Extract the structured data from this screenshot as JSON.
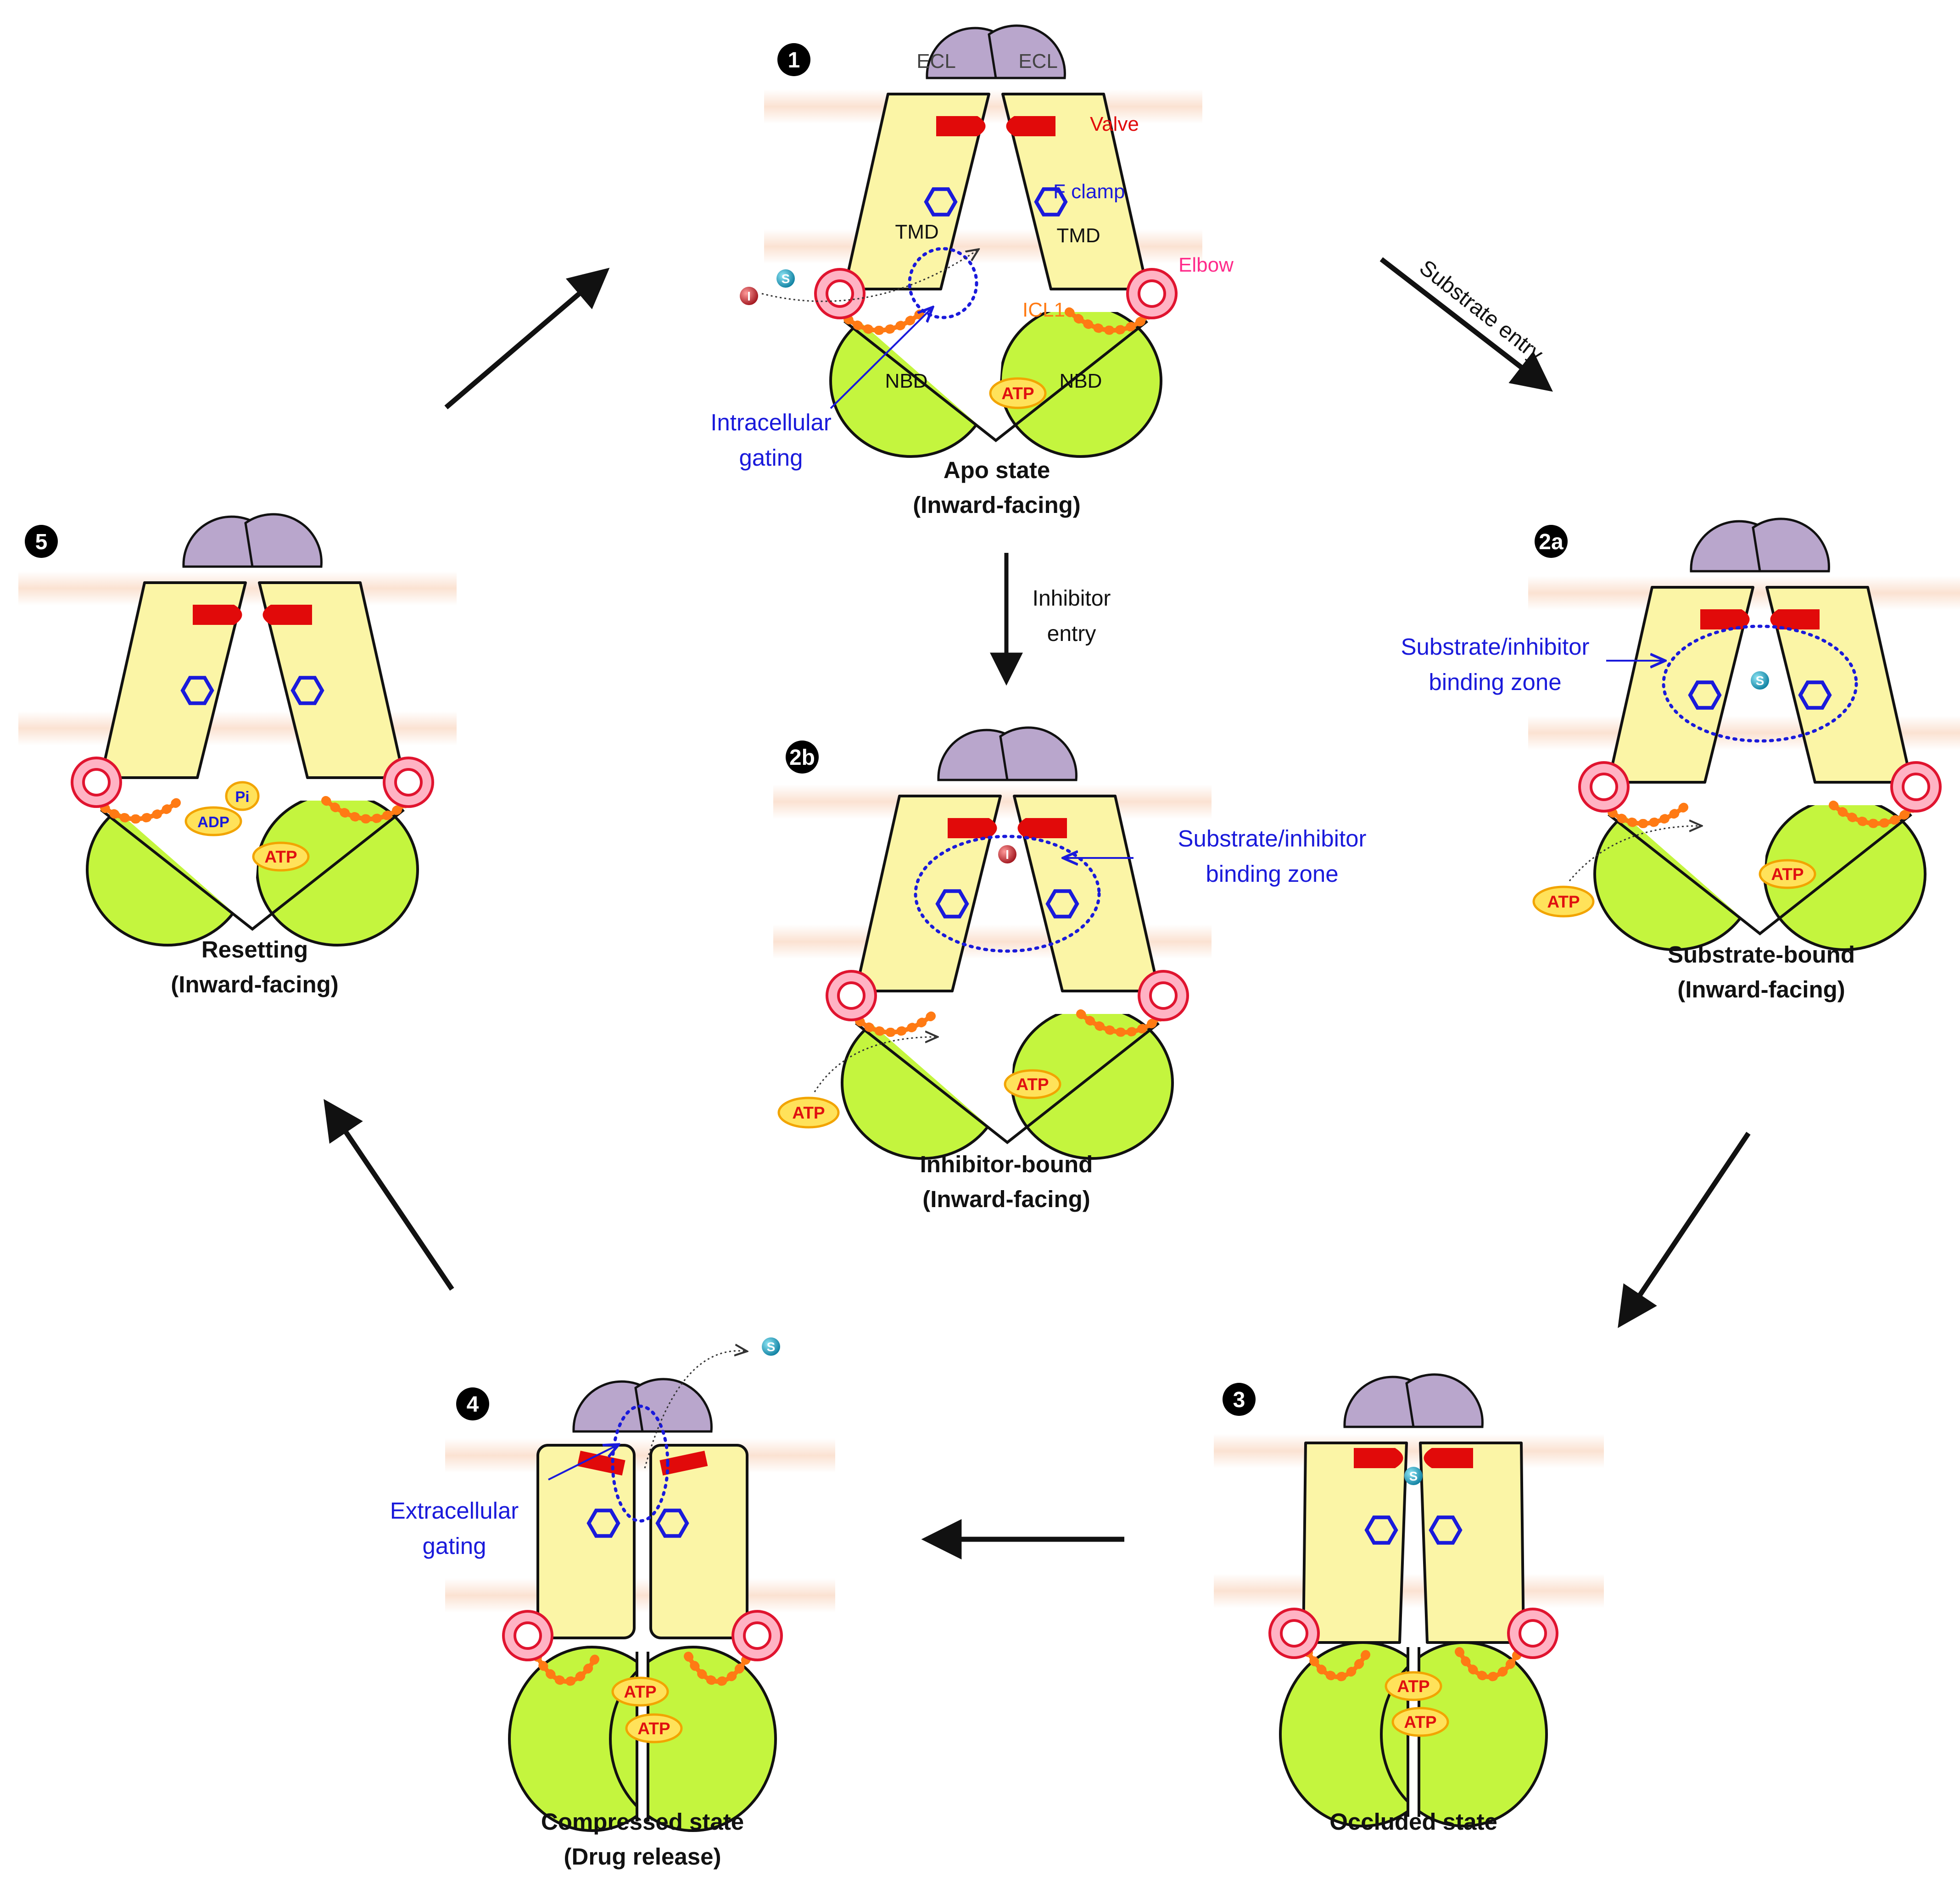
{
  "states": [
    {
      "id": "1",
      "caption_line1": "Apo state",
      "caption_line2": "(Inward-facing)"
    },
    {
      "id": "2a",
      "caption_line1": "Substrate-bound",
      "caption_line2": "(Inward-facing)"
    },
    {
      "id": "2b",
      "caption_line1": "Inhibitor-bound",
      "caption_line2": "(Inward-facing)"
    },
    {
      "id": "3",
      "caption_line1": "Occluded state"
    },
    {
      "id": "4",
      "caption_line1": "Compressed state",
      "caption_line2": "(Drug release)"
    },
    {
      "id": "5",
      "caption_line1": "Resetting",
      "caption_line2": "(Inward-facing)"
    }
  ],
  "domain_labels": {
    "ecl": "ECL",
    "tmd": "TMD",
    "nbd": "NBD",
    "valve": "Valve",
    "f_clamp": "F clamp",
    "elbow": "Elbow",
    "icl1": "ICL1"
  },
  "molecules": {
    "atp": "ATP",
    "adp": "ADP",
    "pi": "Pi",
    "substrate": "S",
    "inhibitor": "I"
  },
  "annotations": {
    "intracellular_gating_line1": "Intracellular",
    "intracellular_gating_line2": "gating",
    "binding_zone_line1": "Substrate/inhibitor",
    "binding_zone_line2": "binding zone",
    "extracellular_gating_line1": "Extracellular",
    "extracellular_gating_line2": "gating"
  },
  "transitions": {
    "substrate_entry": "Substrate entry",
    "inhibitor_entry_line1": "Inhibitor",
    "inhibitor_entry_line2": "entry"
  },
  "colors": {
    "membrane": "#fbe6d8",
    "tmd": "#fbf5a6",
    "nbd": "#c4f53e",
    "ecl": "#b9a6cc",
    "valve": "#e10a0a",
    "f_clamp": "#1a1adb",
    "elbow": "#ff5a7a",
    "icl1": "#ff7a14",
    "atp": "#ffe25a",
    "substrate": "#1fa9c8",
    "inhibitor": "#d8313b"
  }
}
